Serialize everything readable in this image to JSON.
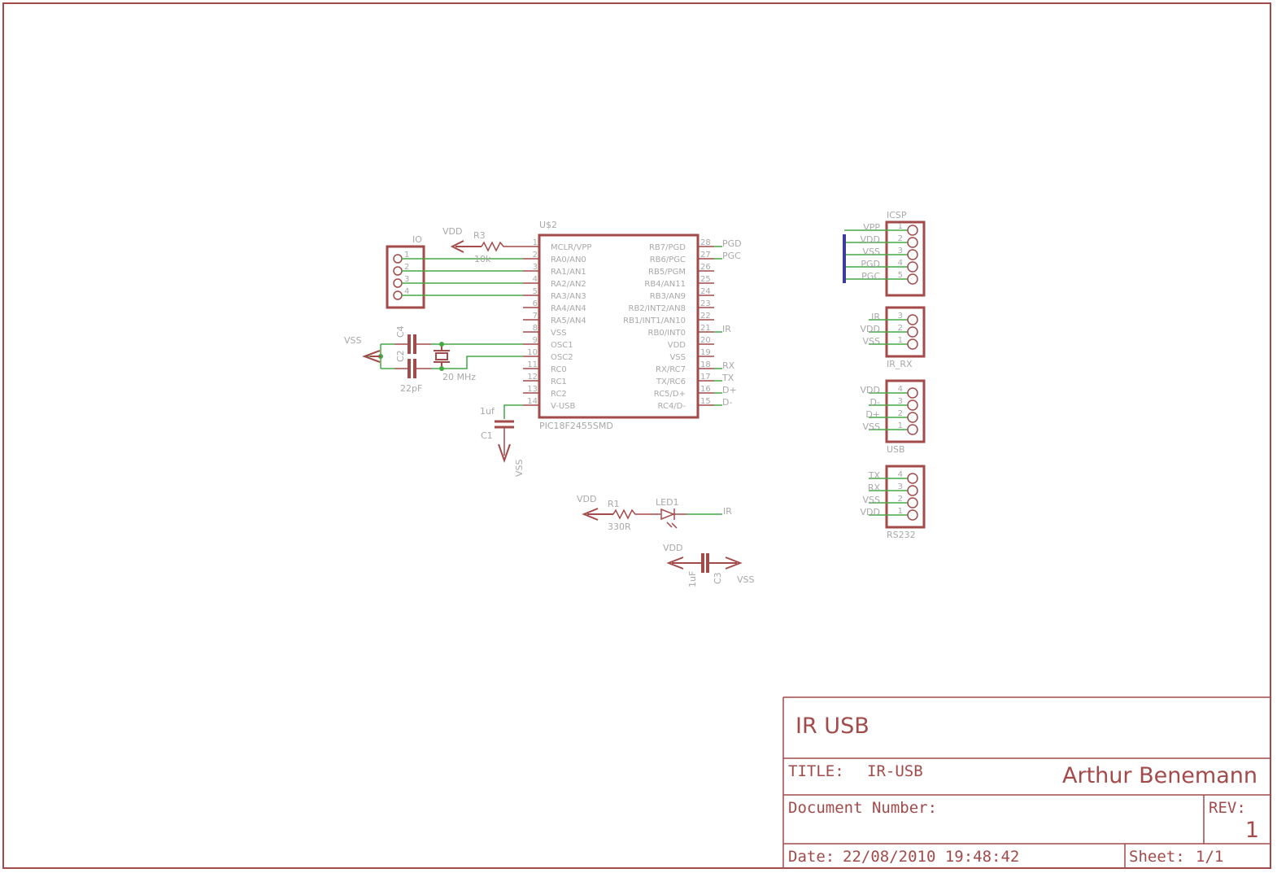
{
  "colors": {
    "part": "#a34a4a",
    "wire": "#44a844",
    "text": "#a8a8a8",
    "bus": "#3c3ca0"
  },
  "chip": {
    "name": "U$2",
    "value": "PIC18F2455SMD",
    "left_pins": [
      {
        "n": "1",
        "l": "MCLR/VPP"
      },
      {
        "n": "2",
        "l": "RA0/AN0"
      },
      {
        "n": "3",
        "l": "RA1/AN1"
      },
      {
        "n": "4",
        "l": "RA2/AN2"
      },
      {
        "n": "5",
        "l": "RA3/AN3"
      },
      {
        "n": "6",
        "l": "RA4/AN4"
      },
      {
        "n": "7",
        "l": "RA5/AN4"
      },
      {
        "n": "8",
        "l": "VSS"
      },
      {
        "n": "9",
        "l": "OSC1"
      },
      {
        "n": "10",
        "l": "OSC2"
      },
      {
        "n": "11",
        "l": "RC0"
      },
      {
        "n": "12",
        "l": "RC1"
      },
      {
        "n": "13",
        "l": "RC2"
      },
      {
        "n": "14",
        "l": "V-USB"
      }
    ],
    "right_pins": [
      {
        "n": "28",
        "l": "RB7/PGD",
        "net": "PGD"
      },
      {
        "n": "27",
        "l": "RB6/PGC",
        "net": "PGC"
      },
      {
        "n": "26",
        "l": "RB5/PGM"
      },
      {
        "n": "25",
        "l": "RB4/AN11"
      },
      {
        "n": "24",
        "l": "RB3/AN9"
      },
      {
        "n": "23",
        "l": "RB2/INT2/AN8"
      },
      {
        "n": "22",
        "l": "RB1/INT1/AN10"
      },
      {
        "n": "21",
        "l": "RB0/INT0",
        "net": "IR"
      },
      {
        "n": "20",
        "l": "VDD"
      },
      {
        "n": "19",
        "l": "VSS"
      },
      {
        "n": "18",
        "l": "RX/RC7",
        "net": "RX"
      },
      {
        "n": "17",
        "l": "TX/RC6",
        "net": "TX"
      },
      {
        "n": "16",
        "l": "RC5/D+",
        "net": "D+"
      },
      {
        "n": "15",
        "l": "RC4/D-",
        "net": "D-"
      }
    ]
  },
  "io": {
    "name": "IO",
    "pins": [
      "1",
      "2",
      "3",
      "4"
    ]
  },
  "r3": {
    "name": "R3",
    "value": "10k",
    "supply": "VDD"
  },
  "osc": {
    "c4": "C4",
    "c2": "C2",
    "cap_value": "22pF",
    "crystal_value": "20 MHz",
    "supply": "VSS"
  },
  "c1": {
    "value": "1uf",
    "name": "C1",
    "supply": "VSS"
  },
  "led": {
    "supply": "VDD",
    "r_name": "R1",
    "r_value": "330R",
    "led_name": "LED1",
    "net": "IR"
  },
  "c3": {
    "supply_left": "VDD",
    "value": "1uF",
    "name": "C3",
    "supply_right": "VSS"
  },
  "connectors": [
    {
      "name": "ICSP",
      "label_pos": "top",
      "pins": [
        {
          "n": "1",
          "net": "VPP"
        },
        {
          "n": "2",
          "net": "VDD"
        },
        {
          "n": "3",
          "net": "VSS"
        },
        {
          "n": "4",
          "net": "PGD"
        },
        {
          "n": "5",
          "net": "PGC"
        }
      ]
    },
    {
      "name": "IR_RX",
      "label_pos": "bottom",
      "pins": [
        {
          "n": "3",
          "net": "IR"
        },
        {
          "n": "2",
          "net": "VDD"
        },
        {
          "n": "1",
          "net": "VSS"
        }
      ]
    },
    {
      "name": "USB",
      "label_pos": "bottom",
      "pins": [
        {
          "n": "4",
          "net": "VDD"
        },
        {
          "n": "3",
          "net": "D-"
        },
        {
          "n": "2",
          "net": "D+"
        },
        {
          "n": "1",
          "net": "VSS"
        }
      ]
    },
    {
      "name": "RS232",
      "label_pos": "bottom",
      "pins": [
        {
          "n": "4",
          "net": "TX"
        },
        {
          "n": "3",
          "net": "RX"
        },
        {
          "n": "2",
          "net": "VSS"
        },
        {
          "n": "1",
          "net": "VDD"
        }
      ]
    }
  ],
  "title_block": {
    "big_title": "IR USB",
    "title_label": "TITLE:",
    "title": "IR-USB",
    "author": "Arthur Benemann",
    "doc_label": "Document Number:",
    "rev_label": "REV:",
    "rev": "1",
    "date_label": "Date:",
    "date": "22/08/2010 19:48:42",
    "sheet_label": "Sheet:",
    "sheet": "1/1"
  }
}
